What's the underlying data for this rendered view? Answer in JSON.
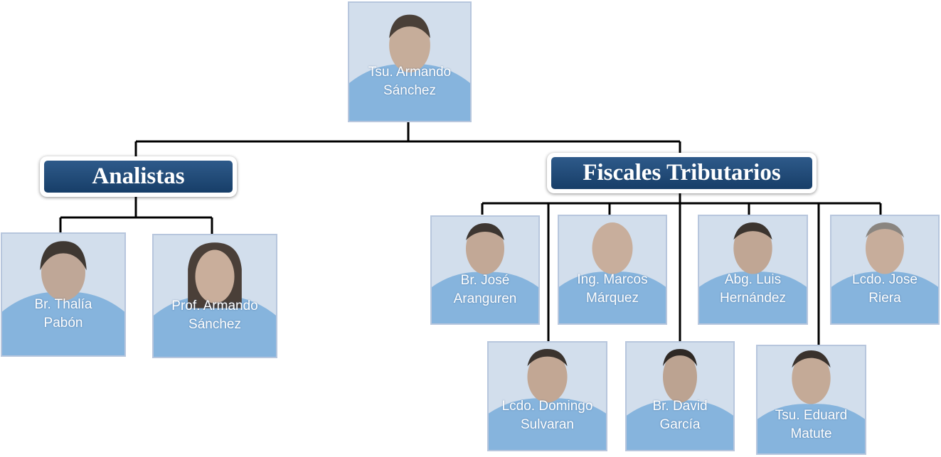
{
  "chart": {
    "root": {
      "line1": "Tsu. Armando",
      "line2": "Sánchez"
    },
    "groups": {
      "analistas": "Analistas",
      "fiscales": "Fiscales Tributarios"
    },
    "analistas": [
      {
        "line1": "Br. Thalía",
        "line2": "Pabón"
      },
      {
        "line1": "Prof. Armando",
        "line2": "Sánchez"
      }
    ],
    "fiscales_top": [
      {
        "line1": "Br. José",
        "line2": "Aranguren"
      },
      {
        "line1": "Ing. Marcos",
        "line2": "Márquez"
      },
      {
        "line1": "Abg. Luis",
        "line2": "Hernández"
      },
      {
        "line1": "Lcdo. Jose",
        "line2": "Riera"
      }
    ],
    "fiscales_bottom": [
      {
        "line1": "Lcdo. Domingo",
        "line2": "Sulvaran"
      },
      {
        "line1": "Br. David",
        "line2": "García"
      },
      {
        "line1": "Tsu. Eduard",
        "line2": "Matute"
      }
    ]
  },
  "colors": {
    "header_bg": "#1f4a78",
    "card_bg": "#d2deec",
    "shirt": "#86b4dd",
    "line": "#000000"
  }
}
